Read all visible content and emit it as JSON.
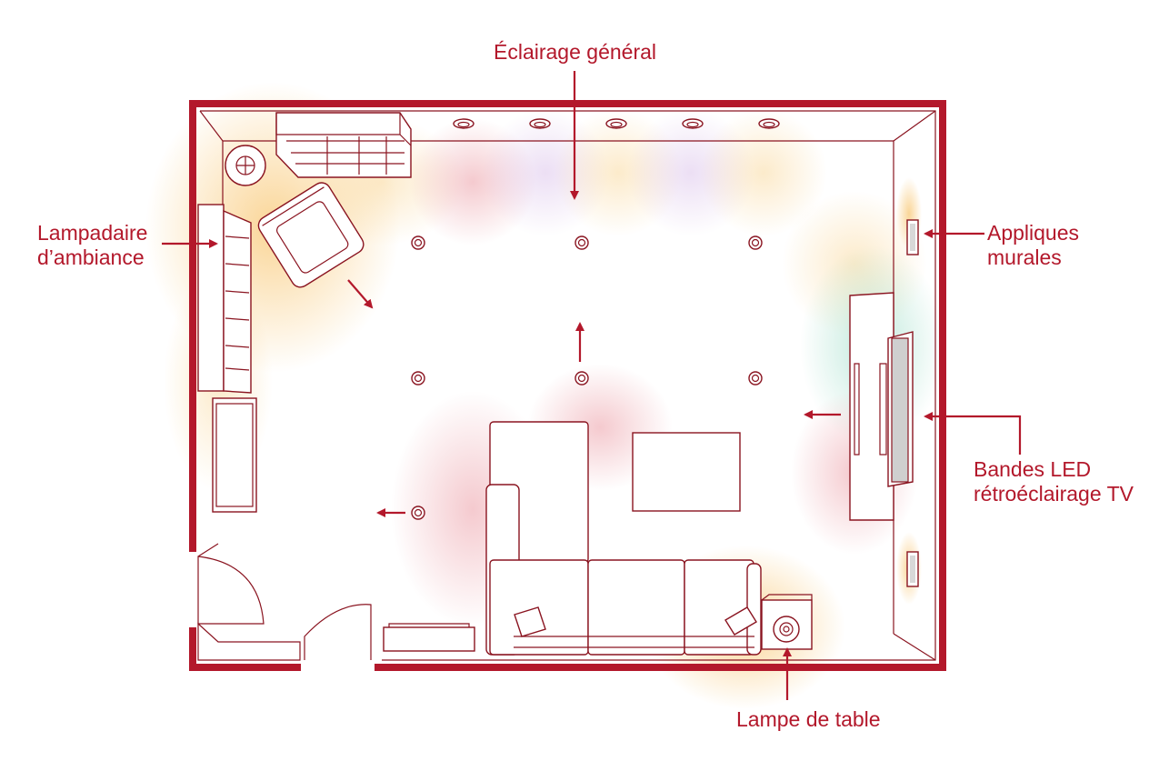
{
  "labels": {
    "general": "Éclairage général",
    "floor_lamp": [
      "Lampadaire",
      "d’ambiance"
    ],
    "sconces": [
      "Appliques",
      "murales"
    ],
    "led": [
      "Bandes LED",
      "rétroéclairage TV"
    ],
    "table_lamp": "Lampe de table"
  },
  "colors": {
    "accent": "#b3182b",
    "line": "#8a1420",
    "warm_glow": "#f6b443",
    "cool_glow": "#8fd8c0",
    "violet_glow": "#c9a3e0",
    "red_glow": "#e57a86"
  },
  "icons": [
    "recessed-spotlight-icon",
    "floor-lamp-icon",
    "wall-sconce-icon",
    "table-lamp-icon",
    "arrow-icon"
  ]
}
